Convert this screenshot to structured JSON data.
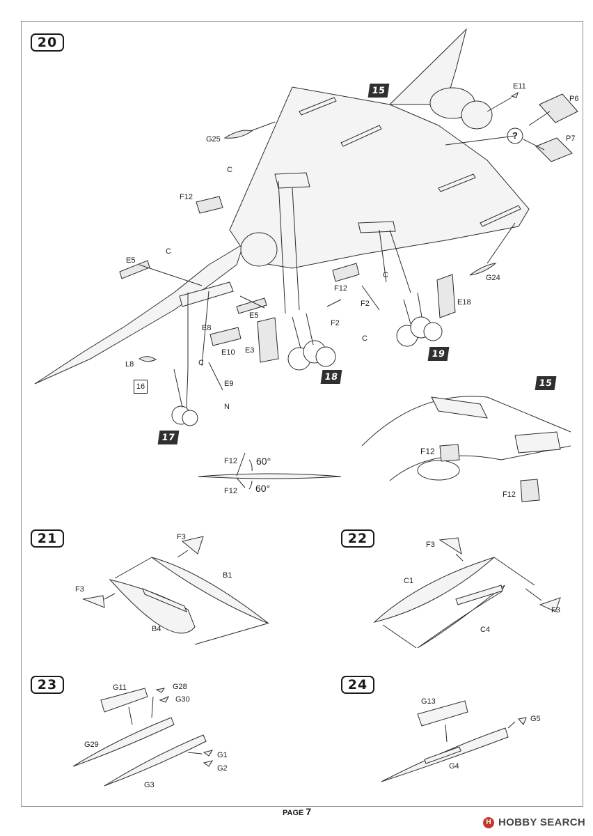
{
  "page": {
    "label": "PAGE",
    "number": "7",
    "watermark": "HOBBY SEARCH"
  },
  "steps": [
    {
      "number": "20"
    },
    {
      "number": "21"
    },
    {
      "number": "22"
    },
    {
      "number": "23"
    },
    {
      "number": "24"
    }
  ],
  "step20": {
    "refs": {
      "r15": "15",
      "r15b": "15",
      "r17": "17",
      "r18": "18",
      "r19": "19",
      "r16": "16"
    },
    "labels": {
      "E11": "E11",
      "P6": "P6",
      "P7": "P7",
      "question": "?",
      "G25": "G25",
      "C1": "C",
      "F12a": "F12",
      "E5a": "E5",
      "C2": "C",
      "E8": "E8",
      "E10": "E10",
      "E5b": "E5",
      "E3": "E3",
      "F2a": "F2",
      "C3": "C",
      "F12b": "F12",
      "C4": "C",
      "F2b": "F2",
      "E18": "E18",
      "G24": "G24",
      "L8": "L8",
      "C5": "C",
      "E9": "E9",
      "N": "N",
      "F12c": "F12",
      "F12d": "F12"
    },
    "angle": {
      "f12_top": "F12",
      "f12_bottom": "F12",
      "deg1": "60°",
      "deg2": "60°"
    }
  },
  "step21": {
    "F3": "F3",
    "B1": "B1",
    "F3b": "F3",
    "B4": "B4"
  },
  "step22": {
    "F3": "F3",
    "C1": "C1",
    "F3b": "F3",
    "C4": "C4"
  },
  "step23": {
    "G11": "G11",
    "G28": "G28",
    "G30": "G30",
    "G29": "G29",
    "G1": "G1",
    "G2": "G2",
    "G3": "G3"
  },
  "step24": {
    "G13": "G13",
    "G5": "G5",
    "G4": "G4"
  },
  "colors": {
    "line": "#2a2a2a",
    "fill": "#f4f4f4",
    "watermark": "#c0392b"
  }
}
